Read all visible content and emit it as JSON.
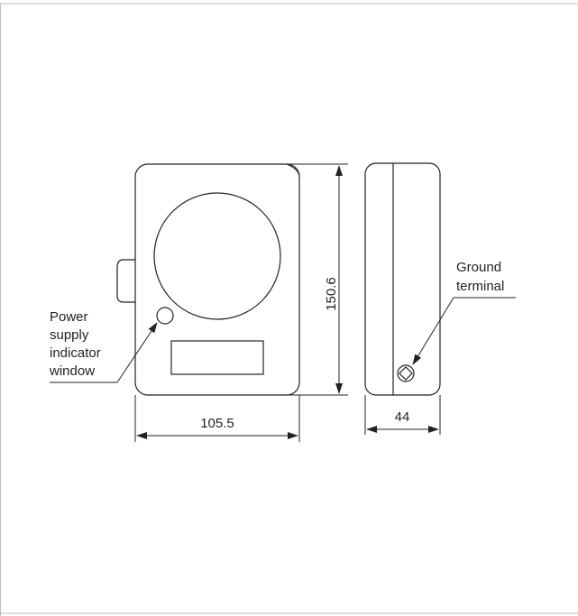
{
  "dimensions": {
    "width": "105.5",
    "height": "150.6",
    "depth": "44"
  },
  "callouts": {
    "power_indicator": [
      "Power",
      "supply",
      "indicator",
      "window"
    ],
    "ground_terminal": [
      "Ground",
      "terminal"
    ]
  },
  "colors": {
    "line": "#222222",
    "frame": "#bdbdbd",
    "background": "#ffffff"
  }
}
